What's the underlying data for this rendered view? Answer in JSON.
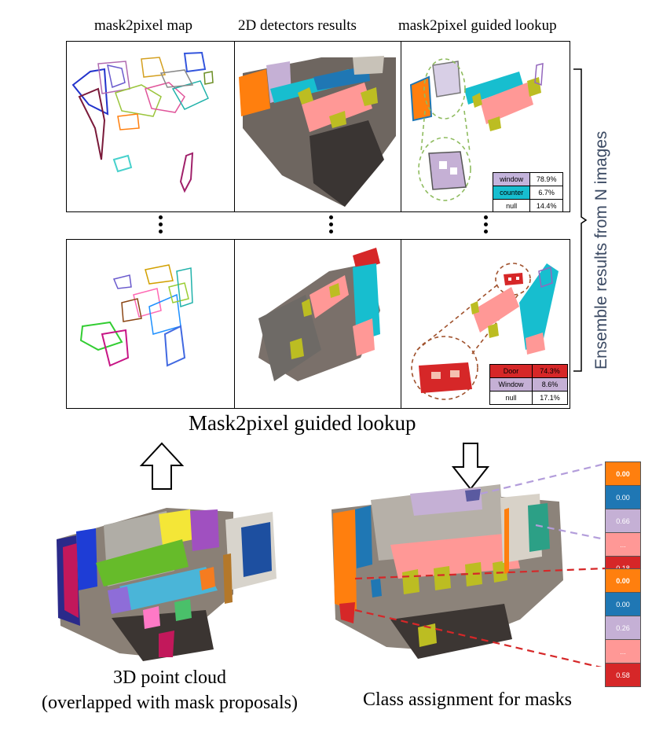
{
  "columns": {
    "map": "mask2pixel map",
    "detectors": "2D detectors results",
    "lookup": "mask2pixel guided lookup"
  },
  "side_label": "Ensemble results from N images",
  "section_title": "Mask2pixel guided lookup",
  "left_caption": {
    "line1": "3D point cloud",
    "line2": "(overlapped with mask proposals)"
  },
  "right_caption": "Class assignment for masks",
  "table_top": [
    {
      "label": "window",
      "value": "78.9%",
      "color": "#c4b4dc"
    },
    {
      "label": "counter",
      "value": "6.7%",
      "color": "#17becf"
    },
    {
      "label": "null",
      "value": "14.4%",
      "color": "#ffffff"
    }
  ],
  "table_bottom": [
    {
      "label": "Door",
      "value": "74.3%",
      "color": "#d62728"
    },
    {
      "label": "Window",
      "value": "8.6%",
      "color": "#c5b0d5"
    },
    {
      "label": "null",
      "value": "17.1%",
      "color": "#ffffff"
    }
  ],
  "scores_top": [
    {
      "value": "0.00",
      "color": "#ff7f0e"
    },
    {
      "value": "0.00",
      "color": "#1f77b4"
    },
    {
      "value": "0.66",
      "color": "#c5b0d5"
    },
    {
      "value": "...",
      "color": "#ff9896"
    },
    {
      "value": "0.18",
      "color": "#d62728"
    }
  ],
  "scores_bottom": [
    {
      "value": "0.00",
      "color": "#ff7f0e"
    },
    {
      "value": "0.00",
      "color": "#1f77b4"
    },
    {
      "value": "0.26",
      "color": "#c5b0d5"
    },
    {
      "value": "...",
      "color": "#ff9896"
    },
    {
      "value": "0.58",
      "color": "#d62728"
    }
  ]
}
